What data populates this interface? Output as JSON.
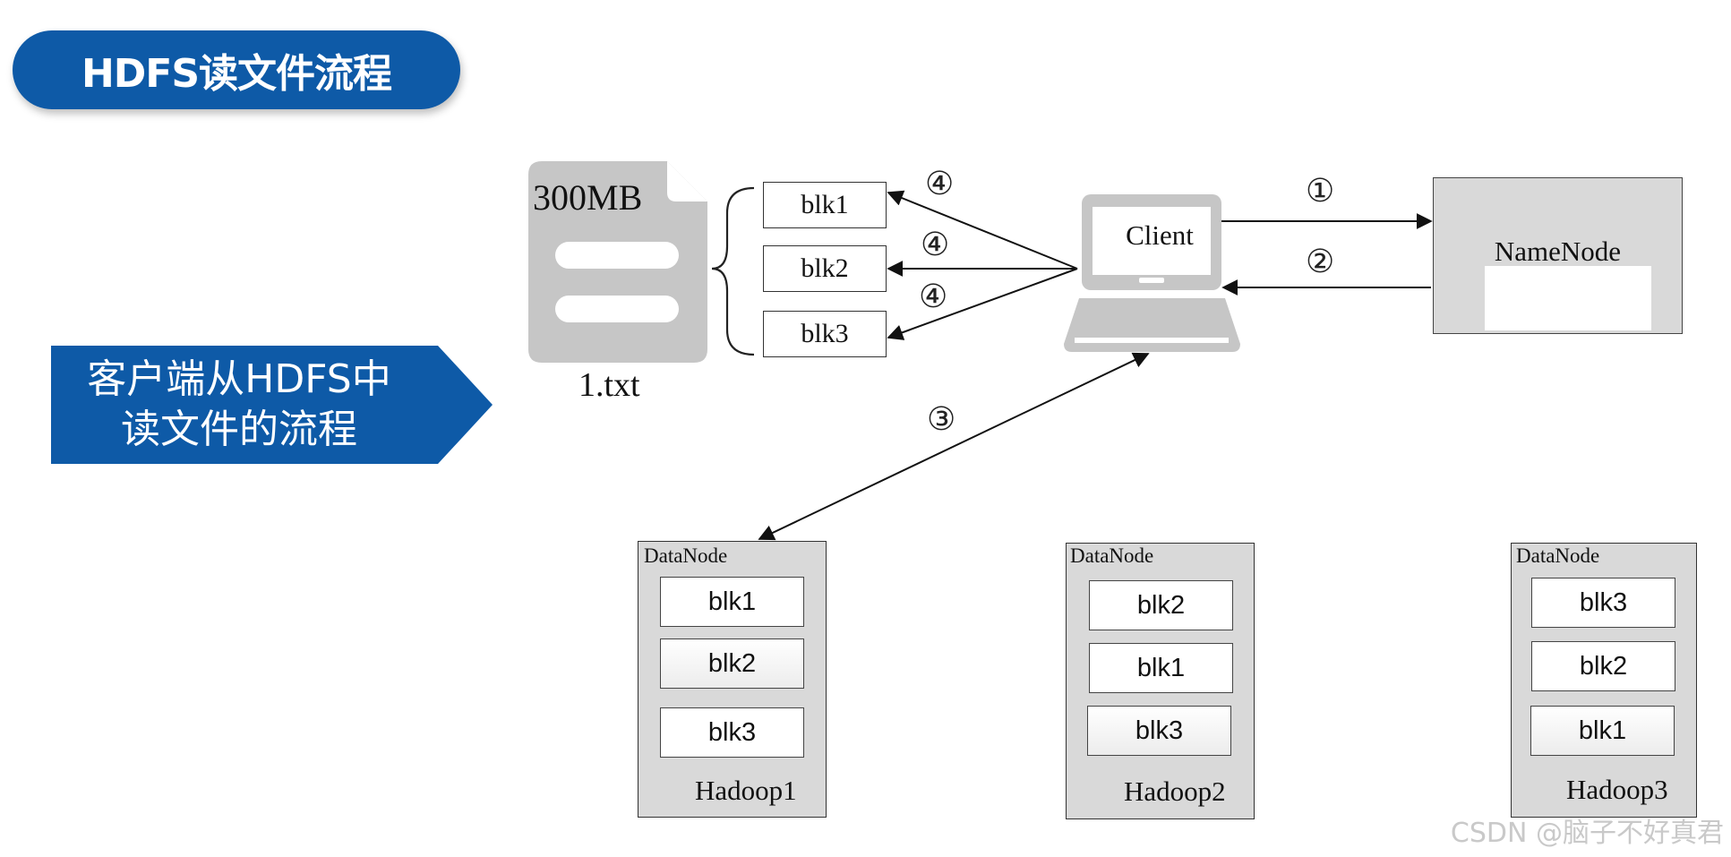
{
  "title": "HDFS读文件流程",
  "banner": {
    "line1": "客户端从HDFS中",
    "line2": "读文件的流程"
  },
  "file": {
    "size": "300MB",
    "name": "1.txt"
  },
  "file_blocks": [
    "blk1",
    "blk2",
    "blk3"
  ],
  "client": {
    "label": "Client"
  },
  "namenode": {
    "label": "NameNode"
  },
  "steps": {
    "s1": "①",
    "s2": "②",
    "s3": "③",
    "s4a": "④",
    "s4b": "④",
    "s4c": "④"
  },
  "datanodes": [
    {
      "title": "DataNode",
      "host": "Hadoop1",
      "blocks": [
        "blk1",
        "blk2",
        "blk3"
      ]
    },
    {
      "title": "DataNode",
      "host": "Hadoop2",
      "blocks": [
        "blk2",
        "blk1",
        "blk3"
      ]
    },
    {
      "title": "DataNode",
      "host": "Hadoop3",
      "blocks": [
        "blk3",
        "blk2",
        "blk1"
      ]
    }
  ],
  "watermark": "CSDN @脑子不好真君",
  "colors": {
    "brand_blue": "#0e5aa7",
    "node_gray": "#d9d9d9",
    "icon_gray": "#c6c6c6"
  }
}
